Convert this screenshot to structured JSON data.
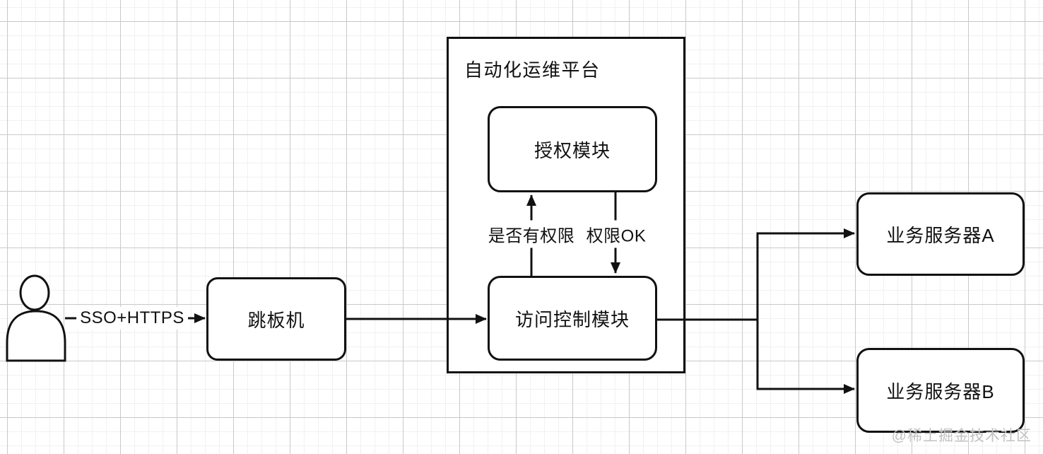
{
  "diagram": {
    "nodes": {
      "jump_server": "跳板机",
      "platform_title": "自动化运维平台",
      "auth_module": "授权模块",
      "access_control": "访问控制模块",
      "server_a": "业务服务器A",
      "server_b": "业务服务器B"
    },
    "edges": {
      "sso": "SSO+HTTPS",
      "check_permission": "是否有权限",
      "permission_ok": "权限OK"
    },
    "icons": {
      "user": "user-icon"
    },
    "watermark": "@稀土掘金技术社区",
    "colors": {
      "line": "#111111",
      "grid_major": "#c9c9c9",
      "grid_minor": "#f1f1f1",
      "node_fill": "#ffffff",
      "watermark": "#c2c2c2"
    }
  }
}
